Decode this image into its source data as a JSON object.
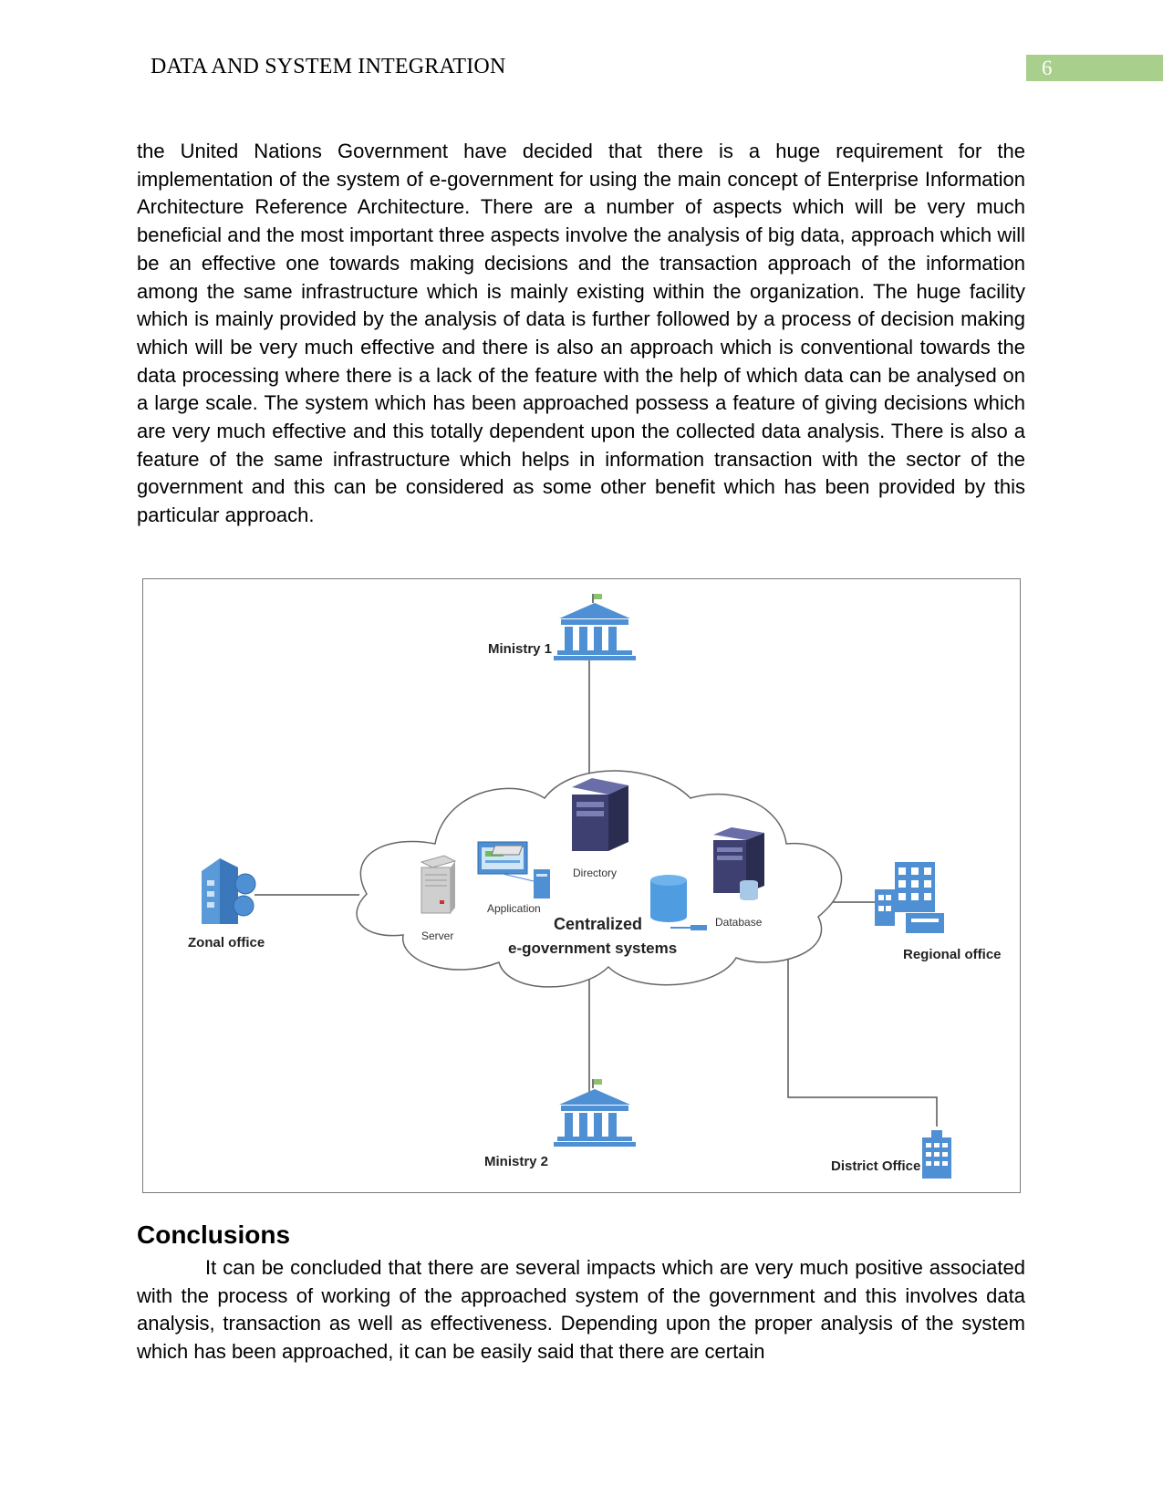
{
  "header": {
    "running_head": "DATA AND SYSTEM INTEGRATION",
    "page_number": "6",
    "accent_color": "#a9cf8d"
  },
  "paragraph_1": "the United Nations Government have decided that there is a huge requirement for the implementation of the system of e-government for using the main concept of Enterprise Information Architecture Reference Architecture. There are a number of aspects which will be very much beneficial and the most important three aspects involve the analysis of big data, approach which will be an effective one towards making decisions and the transaction approach of the information among the same infrastructure which is mainly existing within the organization. The huge facility which is mainly provided by the analysis of data is further followed by a process of decision making which will be very much effective and there is also an approach which is conventional towards the data processing where there is a lack of the feature with the help of which data can be analysed on a large scale. The system which has been approached possess a feature of giving decisions which are very much effective and this totally dependent upon the collected data analysis. There is also a feature of the same infrastructure which helps in information transaction with the sector of the government and this can be considered as some other benefit which has been provided by this particular approach.",
  "diagram": {
    "ministry_1": "Ministry 1",
    "ministry_2": "Ministry 2",
    "zonal_office": "Zonal office",
    "regional_office": "Regional office",
    "district_office": "District Office",
    "server": "Server",
    "application": "Application",
    "directory": "Directory",
    "database": "Database",
    "cloud_title_line1": "Centralized",
    "cloud_title_line2": "e-government systems",
    "icon_color": "#4f8fd3"
  },
  "conclusions": {
    "heading": "Conclusions",
    "paragraph": "It can be concluded that there are several impacts which are very much positive associated with the process of working of the approached system of the government and this involves data analysis, transaction as well as effectiveness. Depending upon the proper analysis of the system which has been approached, it can be easily said that there are certain"
  }
}
